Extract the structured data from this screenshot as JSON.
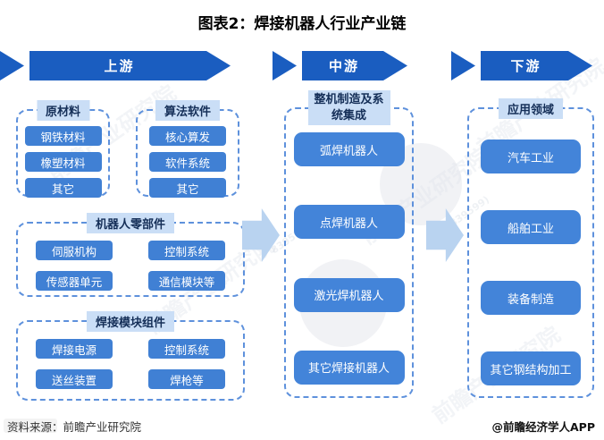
{
  "title": "图表2：焊接机器人行业产业链",
  "columns": [
    {
      "header": "上游",
      "sections": [
        {
          "title": "原材料",
          "items": [
            "钢铁材料",
            "橡塑材料",
            "其它"
          ]
        },
        {
          "title": "算法软件",
          "items": [
            "核心算发",
            "软件系统",
            "其它"
          ]
        },
        {
          "title": "机器人零部件",
          "items": [
            "伺服机构",
            "控制系统",
            "传感器单元",
            "通信模块等"
          ]
        },
        {
          "title": "焊接模块组件",
          "items": [
            "焊接电源",
            "控制系统",
            "送丝装置",
            "焊枪等"
          ]
        }
      ]
    },
    {
      "header": "中游",
      "sections": [
        {
          "title": "整机制造及系统集成",
          "items": [
            "弧焊机器人",
            "点焊机器人",
            "激光焊机器人",
            "其它焊接机器人"
          ]
        }
      ]
    },
    {
      "header": "下游",
      "sections": [
        {
          "title": "应用领域",
          "items": [
            "汽车工业",
            "船舶工业",
            "装备制造",
            "其它钢结构加工"
          ]
        }
      ]
    }
  ],
  "footer": {
    "source": "资料来源：前瞻产业研究院",
    "credit": "@前瞻经济学人APP"
  },
  "watermark": {
    "text": "前瞻产业研究院",
    "digits": "839599)"
  },
  "colors": {
    "banner_blue": "#1a5dc0",
    "item_blue": "#4080d4",
    "big_item_blue": "#4384d9",
    "section_header_bg": "#cadef6",
    "flow_arrow": "#b9d3f0",
    "dashed_border": "#5e91dc"
  }
}
